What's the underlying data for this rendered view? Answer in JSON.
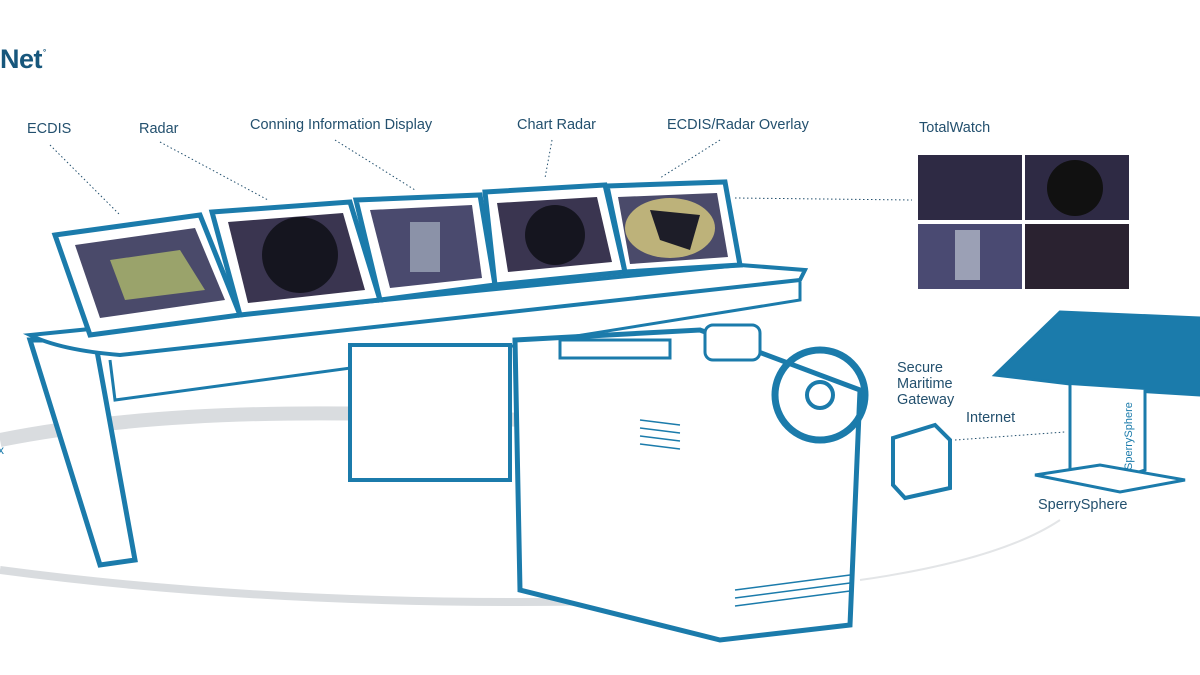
{
  "logo": {
    "text": "Net",
    "mark": "°"
  },
  "labels": {
    "ecdis": "ECDIS",
    "radar": "Radar",
    "conning": "Conning Information Display",
    "chart_radar": "Chart Radar",
    "overlay": "ECDIS/Radar Overlay",
    "totalwatch": "TotalWatch",
    "gateway_l1": "Secure",
    "gateway_l2": "Maritime",
    "gateway_l3": "Gateway",
    "internet": "Internet",
    "sperrysphere": "SperrySphere",
    "sperrysphere_kiosk": "SperrySphere",
    "left_edge": "x"
  },
  "colors": {
    "outline": "#1b7bab",
    "text": "#23506e",
    "screen": "#3a3550",
    "floor": "#d9dcdf"
  }
}
